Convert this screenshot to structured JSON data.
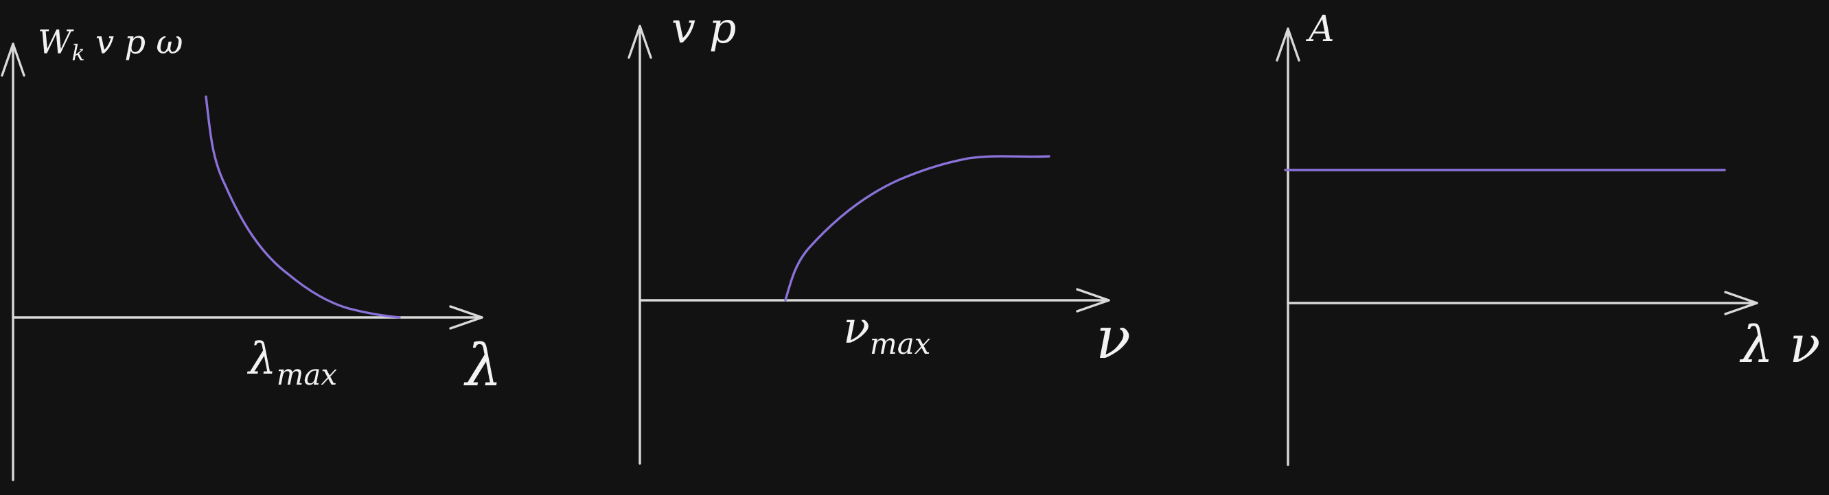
{
  "panels": [
    {
      "y_label": {
        "parts": [
          {
            "text": "W"
          },
          {
            "text": "k",
            "sub": true
          },
          {
            "text": " v p ω"
          }
        ]
      },
      "x_label": "λ",
      "marker_label": {
        "main": "λ",
        "sub": "max"
      },
      "curve": "decreasing"
    },
    {
      "y_label": {
        "parts": [
          {
            "text": "v p"
          }
        ]
      },
      "x_label": "ν",
      "marker_label": {
        "main": "ν",
        "sub": "max"
      },
      "curve": "increasing-saturating"
    },
    {
      "y_label": {
        "parts": [
          {
            "text": "A"
          }
        ]
      },
      "x_label": "λ ν",
      "marker_label": null,
      "curve": "constant"
    }
  ],
  "colors": {
    "axis": "#d9d9d9",
    "curve": "#8a72d8",
    "text": "#f2f2f2",
    "background": "#121212"
  }
}
